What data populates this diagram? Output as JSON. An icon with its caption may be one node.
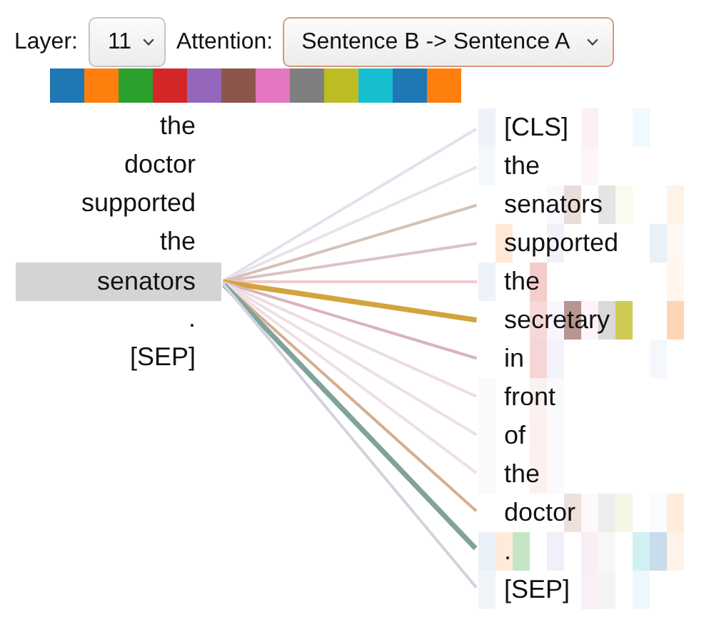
{
  "diagram": {
    "nodes": [
      {
        "text": [
          "the"
        ]
      },
      {
        "text": [
          "doctor"
        ]
      },
      {
        "text": [
          "supported"
        ]
      },
      {
        "text": [
          "the"
        ]
      },
      {
        "text": [
          "senators"
        ]
      },
      {
        "text": [
          "."
        ]
      },
      {
        "text": [
          "[SEP]"
        ]
      },
      {
        "text": [
          "[CLS]"
        ]
      },
      {
        "text": [
          "the"
        ]
      },
      {
        "text": [
          "senators"
        ]
      },
      {
        "text": [
          "supported"
        ]
      },
      {
        "text": [
          "the"
        ]
      },
      {
        "text": [
          "secretary"
        ]
      },
      {
        "text": [
          "in"
        ]
      },
      {
        "text": [
          "front"
        ]
      },
      {
        "text": [
          "of"
        ]
      },
      {
        "text": [
          "the"
        ]
      },
      {
        "text": [
          "doctor"
        ]
      },
      {
        "text": [
          "."
        ]
      },
      {
        "text": [
          "[SEP]"
        ]
      }
    ],
    "edges": [
      {
        "from": 4,
        "to": 7,
        "arrow": "none",
        "color": "#dde3ee"
      },
      {
        "from": 4,
        "to": 8,
        "arrow": "none",
        "color": "#ebe1eb"
      },
      {
        "from": 4,
        "to": 9,
        "arrow": "none",
        "color": "#d5c2b6"
      },
      {
        "from": 4,
        "to": 10,
        "arrow": "none",
        "color": "#dbc3c3"
      },
      {
        "from": 4,
        "to": 11,
        "arrow": "none",
        "color": "#f0caca"
      },
      {
        "from": 4,
        "to": 12,
        "arrow": "none",
        "style": "thick",
        "color": "#d3a43c"
      },
      {
        "from": 4,
        "to": 13,
        "arrow": "none",
        "color": "#d8b4bc"
      },
      {
        "from": 4,
        "to": 14,
        "arrow": "none",
        "color": "#ecdce2"
      },
      {
        "from": 4,
        "to": 15,
        "arrow": "none",
        "color": "#eedfe7"
      },
      {
        "from": 4,
        "to": 16,
        "arrow": "none",
        "color": "#eedfe5"
      },
      {
        "from": 4,
        "to": 17,
        "arrow": "none",
        "color": "#d6ae8e"
      },
      {
        "from": 4,
        "to": 18,
        "arrow": "none",
        "style": "thick",
        "color": "#7fa39b"
      },
      {
        "from": 4,
        "to": 19,
        "arrow": "none",
        "color": "#d3d3de"
      }
    ],
    "labels": [
      "Layer:",
      "11",
      "Attention:",
      "Sentence B -> Sentence A"
    ]
  }
}
